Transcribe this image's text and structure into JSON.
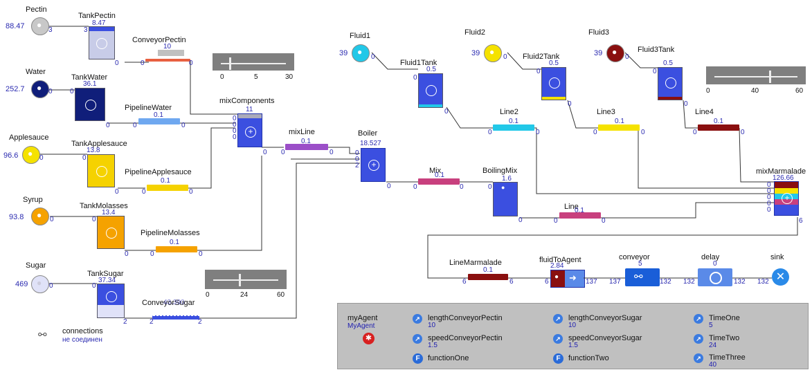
{
  "sources": {
    "pectin": {
      "name": "Pectin",
      "value": "88.47",
      "port": "3"
    },
    "water": {
      "name": "Water",
      "value": "252.7",
      "port": "0"
    },
    "applesauce": {
      "name": "Applesauce",
      "value": "96.6",
      "port": "0"
    },
    "syrup": {
      "name": "Syrup",
      "value": "93.8",
      "port": "0"
    },
    "sugar": {
      "name": "Sugar",
      "value": "469",
      "port": "0"
    },
    "fluid1": {
      "name": "Fluid1",
      "value": "39",
      "port": "0"
    },
    "fluid2": {
      "name": "Fluid2",
      "value": "39",
      "port": "0"
    },
    "fluid3": {
      "name": "Fluid3",
      "value": "39",
      "port": "0"
    }
  },
  "tanks": {
    "pectin": {
      "name": "TankPectin",
      "value": "8.47",
      "in": "3",
      "out": "0"
    },
    "water": {
      "name": "TankWater",
      "value": "36.1",
      "in": "0",
      "out": "0"
    },
    "applesauce": {
      "name": "TankApplesauce",
      "value": "13.8",
      "in": "0",
      "out": "0"
    },
    "molasses": {
      "name": "TankMolasses",
      "value": "13.4",
      "in": "0",
      "out": "0"
    },
    "sugar": {
      "name": "TankSugar",
      "value": "37.34",
      "in": "0",
      "out": "2"
    },
    "fluid1": {
      "name": "Fluid1Tank",
      "value": "0.5",
      "in": "0",
      "out": "0"
    },
    "fluid2": {
      "name": "Fluid2Tank",
      "value": "0.5",
      "in": "0",
      "out": "0"
    },
    "fluid3": {
      "name": "Fluid3Tank",
      "value": "0.5",
      "in": "0",
      "out": "0"
    },
    "boilingmix": {
      "name": "BoilingMix",
      "value": "1.6",
      "in": "0",
      "out": "0"
    }
  },
  "pipes": {
    "conveyorpectin": {
      "name": "ConveyorPectin",
      "value": "10",
      "in": "0",
      "out": "0"
    },
    "pipelinewater": {
      "name": "PipelineWater",
      "value": "0.1",
      "in": "0",
      "out": "0"
    },
    "pipelineapplesauce": {
      "name": "PipelineApplesauce",
      "value": "0.1",
      "in": "0",
      "out": "0"
    },
    "pipelinemolasses": {
      "name": "PipelineMolasses",
      "value": "0.1",
      "in": "0",
      "out": "0"
    },
    "conveyorsugar": {
      "name": "ConveyorSugar",
      "value": "43.390",
      "in": "2",
      "out": "2"
    },
    "mixline": {
      "name": "mixLine",
      "value": "0.1",
      "in": "0",
      "out": "0"
    },
    "mix": {
      "name": "Mix",
      "value": "0.1",
      "in": "0",
      "out": "0"
    },
    "line": {
      "name": "Line",
      "value": "0.1",
      "in": "0",
      "out": "0"
    },
    "line2": {
      "name": "Line2",
      "value": "0.1",
      "in": "0",
      "out": "0"
    },
    "line3": {
      "name": "Line3",
      "value": "0.1",
      "in": "0",
      "out": "0"
    },
    "line4": {
      "name": "Line4",
      "value": "0.1",
      "in": "0",
      "out": "0"
    },
    "linemarmalade": {
      "name": "LineMarmalade",
      "value": "0.1",
      "in": "6",
      "out": "6"
    }
  },
  "mixers": {
    "mixcomponents": {
      "name": "mixComponents",
      "value": "11",
      "ports": [
        "0",
        "0",
        "0",
        "0"
      ],
      "out": "0"
    },
    "boiler": {
      "name": "Boiler",
      "value": "18.527",
      "ports": [
        "0",
        "0",
        "2"
      ],
      "out": "0"
    },
    "mixmarmalade": {
      "name": "mixMarmalade",
      "value": "126.66",
      "ports": [
        "0",
        "0",
        "0",
        "0",
        "0"
      ],
      "out": "6"
    }
  },
  "sliders": [
    {
      "ticks": [
        "0",
        "5",
        "30"
      ],
      "position": 0.14
    },
    {
      "ticks": [
        "0",
        "24",
        "60"
      ],
      "position": 0.4
    },
    {
      "ticks": [
        "0",
        "40",
        "60"
      ],
      "position": 0.67
    }
  ],
  "process": {
    "fluidtoagent": {
      "name": "fluidToAgent",
      "value": "2.84",
      "in": "6",
      "out": "137"
    },
    "conveyor": {
      "name": "conveyor",
      "value": "5",
      "in": "137",
      "out": "132"
    },
    "delay": {
      "name": "delay",
      "value": "0",
      "in": "132",
      "out": "132"
    },
    "sink": {
      "name": "sink",
      "in": "132"
    }
  },
  "connections": {
    "label": "connections",
    "status": "не соединен"
  },
  "panel": {
    "agent": {
      "name": "myAgent",
      "type": "MyAgent"
    },
    "params": [
      {
        "name": "lengthConveyorPectin",
        "value": "10"
      },
      {
        "name": "speedConveyorPectin",
        "value": "1.5"
      },
      {
        "name": "lengthConveyorSugar",
        "value": "10"
      },
      {
        "name": "speedConveyorSugar",
        "value": "1.5"
      },
      {
        "name": "TimeOne",
        "value": "5"
      },
      {
        "name": "TimeTwo",
        "value": "24"
      },
      {
        "name": "TimeThree",
        "value": "40"
      }
    ],
    "functions": [
      {
        "name": "functionOne",
        "icon": "F"
      },
      {
        "name": "functionTwo",
        "icon": "F"
      }
    ]
  },
  "colors": {
    "tank_blue": "#3b4fe0",
    "tank_navy": "#101e7a",
    "tank_yellow": "#f5d200",
    "tank_orange": "#f5a200",
    "pipe_purple": "#9b4fc8",
    "pipe_magenta": "#c8407e",
    "pipe_cyan": "#22c8e8",
    "pipe_yellow": "#f5e200",
    "pipe_darkred": "#8a0f0f",
    "pipe_lightblue": "#6fa8f0",
    "pipe_red": "#e86040"
  }
}
